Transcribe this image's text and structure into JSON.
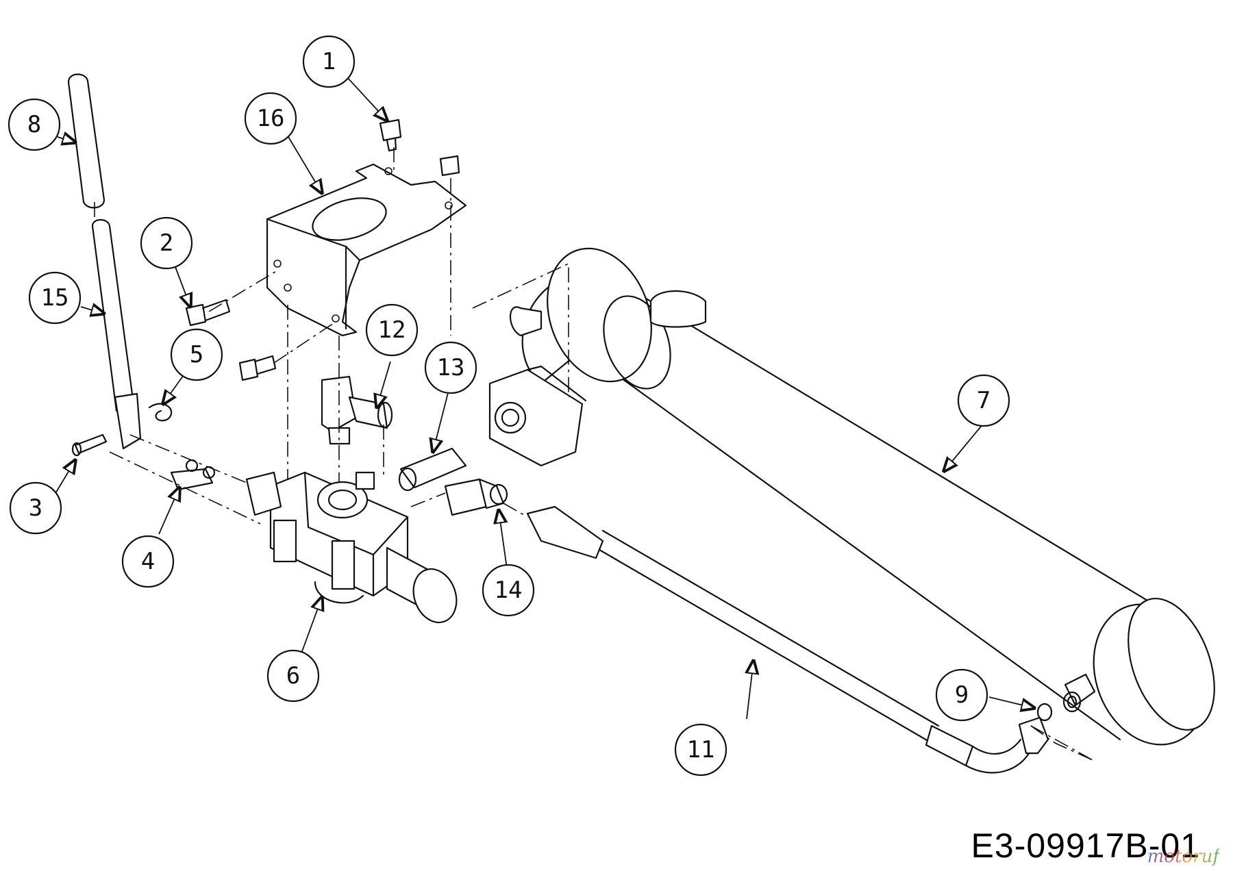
{
  "drawing_number": "E3-09917B-01",
  "watermark_text": "motoruf",
  "callouts": [
    {
      "label": "1"
    },
    {
      "label": "2"
    },
    {
      "label": "3"
    },
    {
      "label": "4"
    },
    {
      "label": "5"
    },
    {
      "label": "6"
    },
    {
      "label": "7"
    },
    {
      "label": "8"
    },
    {
      "label": "9"
    },
    {
      "label": "11"
    },
    {
      "label": "12"
    },
    {
      "label": "13"
    },
    {
      "label": "14"
    },
    {
      "label": "15"
    },
    {
      "label": "16"
    }
  ]
}
